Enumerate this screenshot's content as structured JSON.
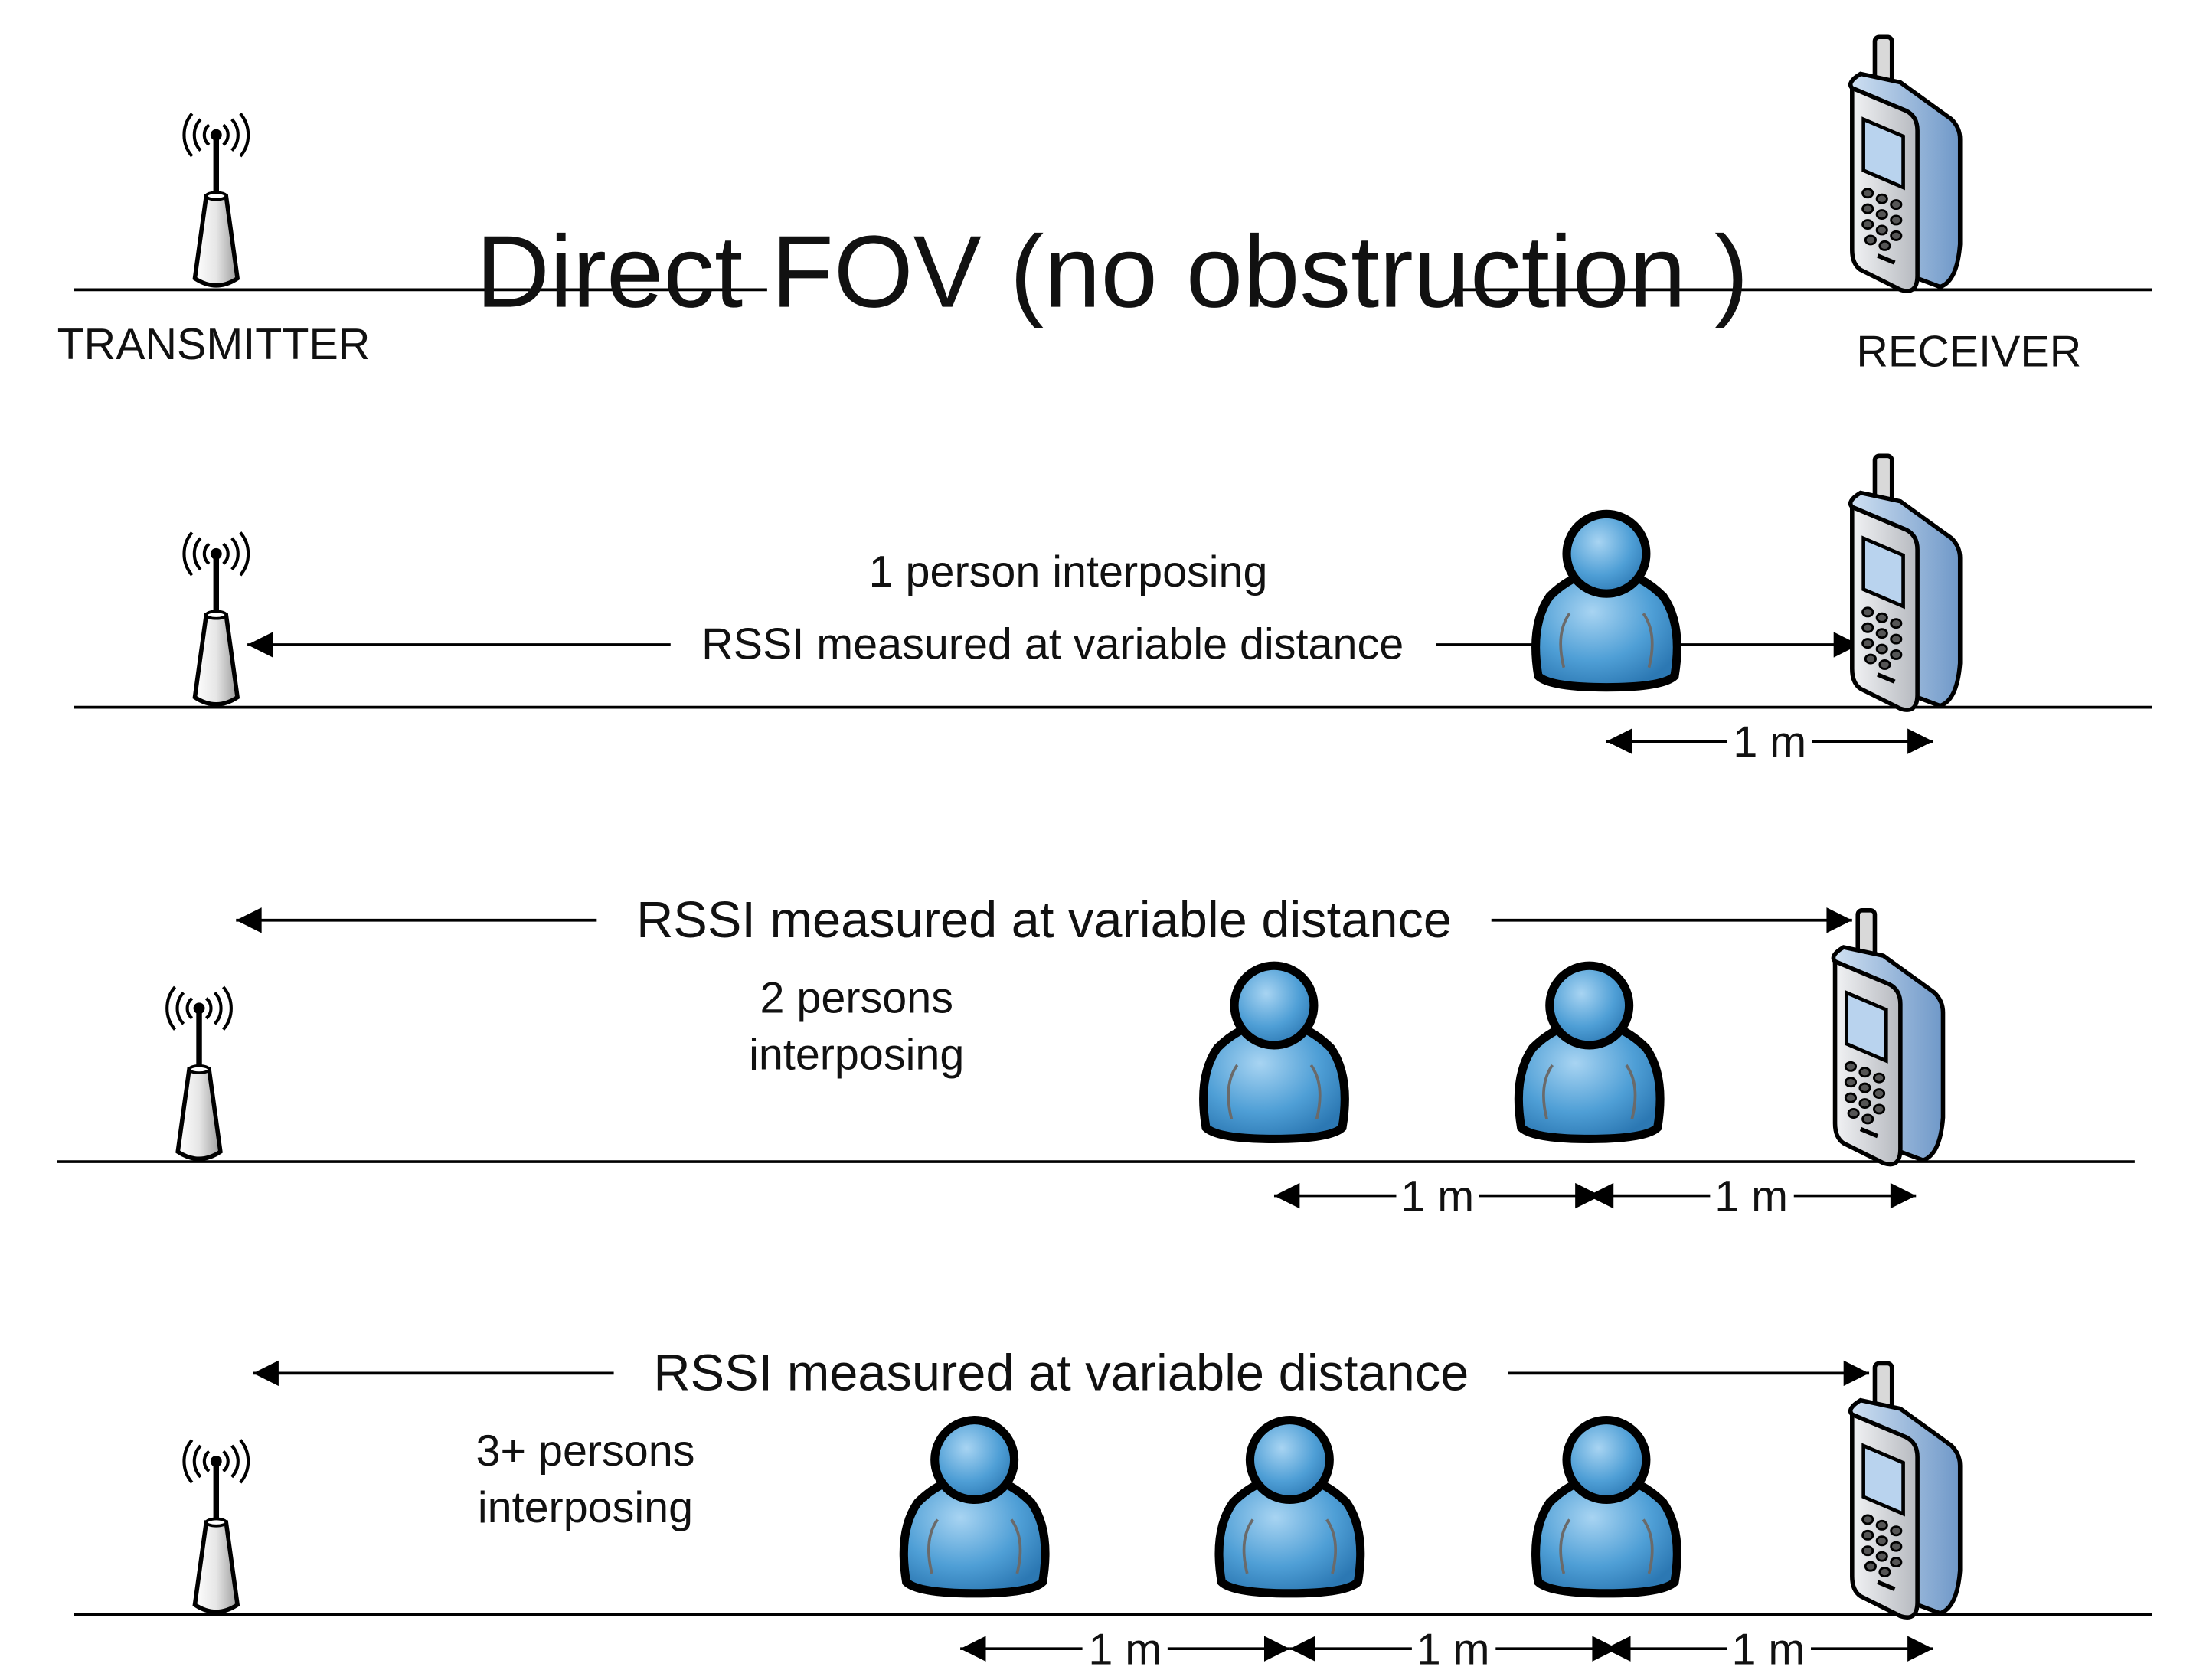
{
  "scenario1": {
    "transmitter_label": "TRANSMITTER",
    "receiver_label": "RECEIVER",
    "link_label": "Direct FOV (no obstruction )"
  },
  "scenario2": {
    "title": "1 person interposing",
    "rssi_label": "RSSI measured at variable distance",
    "spacing": [
      "1 m"
    ]
  },
  "scenario3": {
    "rssi_label": "RSSI measured at variable distance",
    "title_line1": "2 persons",
    "title_line2": "interposing",
    "spacing": [
      "1 m",
      "1 m"
    ]
  },
  "scenario4": {
    "rssi_label": "RSSI measured at variable distance",
    "title_line1": "3+ persons",
    "title_line2": "interposing",
    "spacing": [
      "1 m",
      "1 m",
      "1 m"
    ]
  },
  "icons": {
    "transmitter": "antenna-tower-icon",
    "receiver": "mobile-phone-icon",
    "person": "person-icon"
  },
  "colors": {
    "person_fill": "#4f9fd6",
    "phone_body": "#c9ccd1",
    "phone_side": "#8fb3dc",
    "screen": "#b9d3ee"
  }
}
